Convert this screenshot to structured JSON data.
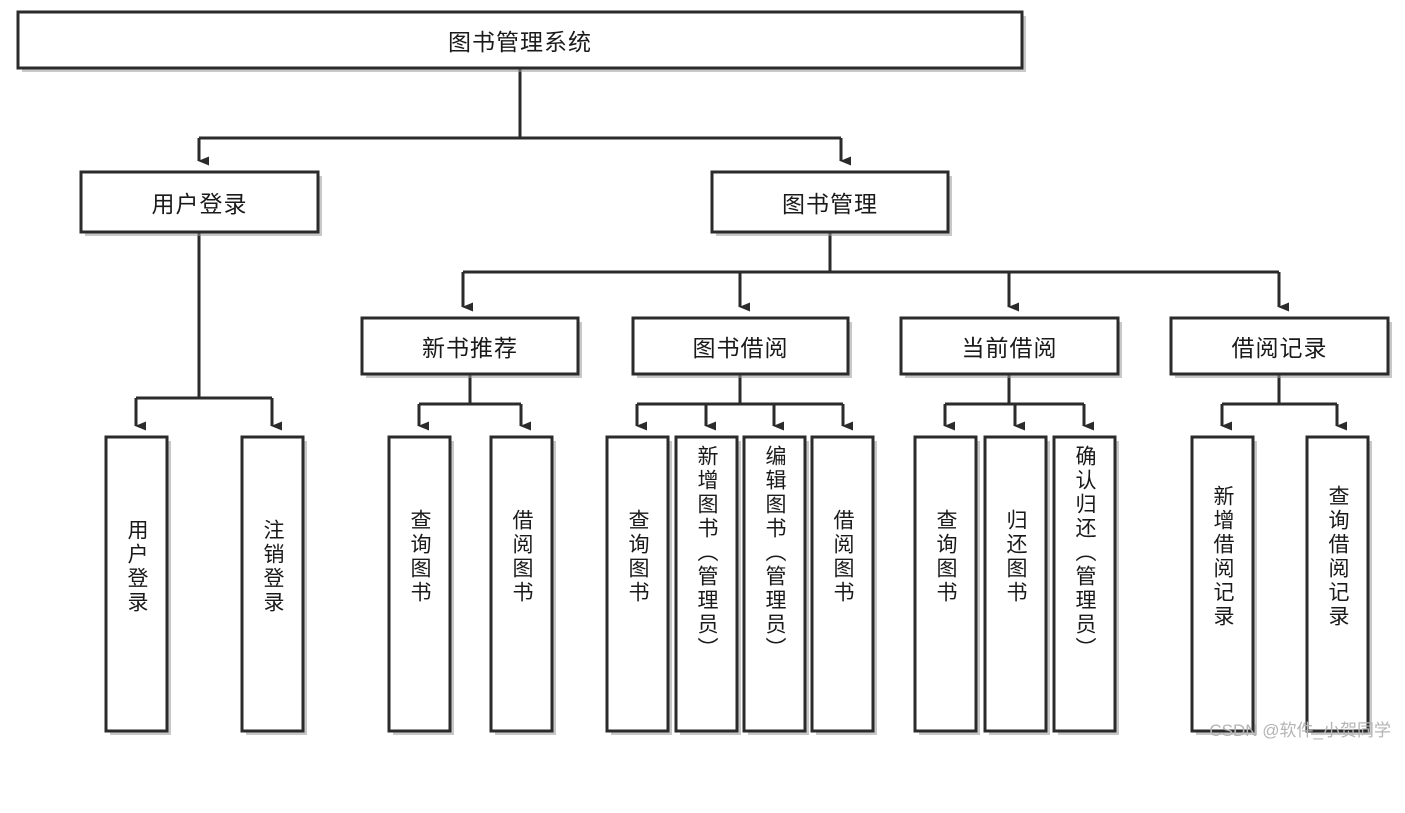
{
  "diagram": {
    "title": "图书管理系统",
    "watermark": "CSDN @软件_小贺同学",
    "colors": {
      "box_stroke": "#2b2b2b",
      "box_fill": "#ffffff",
      "connector": "#2b2b2b",
      "text": "#1a1a1a",
      "watermark": "#b4b4b4",
      "page_background": "#ffffff"
    },
    "root": {
      "label": "图书管理系统"
    },
    "level2": [
      {
        "label": "用户登录"
      },
      {
        "label": "图书管理"
      }
    ],
    "level3": [
      {
        "label": "新书推荐"
      },
      {
        "label": "图书借阅"
      },
      {
        "label": "当前借阅"
      },
      {
        "label": "借阅记录"
      }
    ],
    "leaves": {
      "user_login": [
        {
          "label": "用户登录"
        },
        {
          "label": "注销登录"
        }
      ],
      "new_book_recommend": [
        {
          "label": "查询图书"
        },
        {
          "label": "借阅图书"
        }
      ],
      "book_borrow": [
        {
          "label": "查询图书"
        },
        {
          "label": "新增图书（管理员）"
        },
        {
          "label": "编辑图书（管理员）"
        },
        {
          "label": "借阅图书"
        }
      ],
      "current_borrow": [
        {
          "label": "查询图书"
        },
        {
          "label": "归还图书"
        },
        {
          "label": "确认归还（管理员）"
        }
      ],
      "borrow_records": [
        {
          "label": "新增借阅记录"
        },
        {
          "label": "查询借阅记录"
        }
      ]
    }
  }
}
